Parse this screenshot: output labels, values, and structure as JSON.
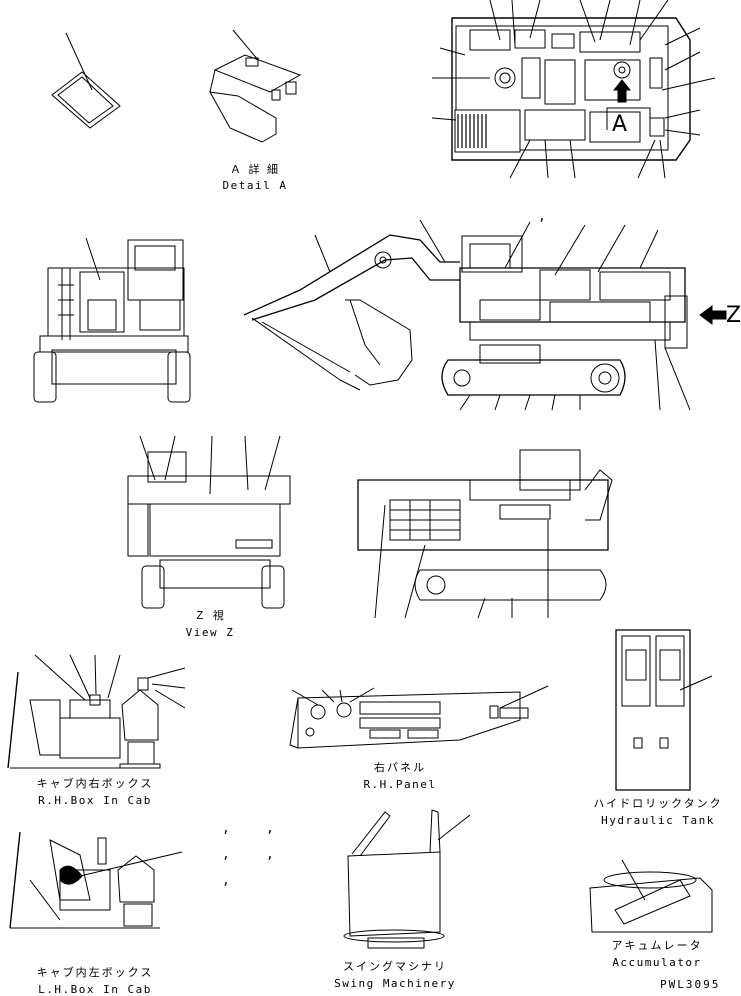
{
  "labels": {
    "detail_a": {
      "jp": "Ａ 詳 細",
      "en": "Detail A"
    },
    "view_z": {
      "jp": "Ｚ 視",
      "en": "View Z"
    },
    "rh_box": {
      "jp": "キャブ内右ボックス",
      "en": "R.H.Box In Cab"
    },
    "rh_panel": {
      "jp": "右パネル",
      "en": "R.H.Panel"
    },
    "hyd_tank": {
      "jp": "ハイドロリックタンク",
      "en": "Hydraulic Tank"
    },
    "lh_box": {
      "jp": "キャブ内左ボックス",
      "en": "L.H.Box In Cab"
    },
    "swing": {
      "jp": "スイングマシナリ",
      "en": "Swing Machinery"
    },
    "accum": {
      "jp": "アキュムレータ",
      "en": "Accumulator"
    }
  },
  "markers": {
    "arrow_a": "A",
    "arrow_z": "Z"
  },
  "drawing_code": "PWL3095",
  "tick_mark": ","
}
